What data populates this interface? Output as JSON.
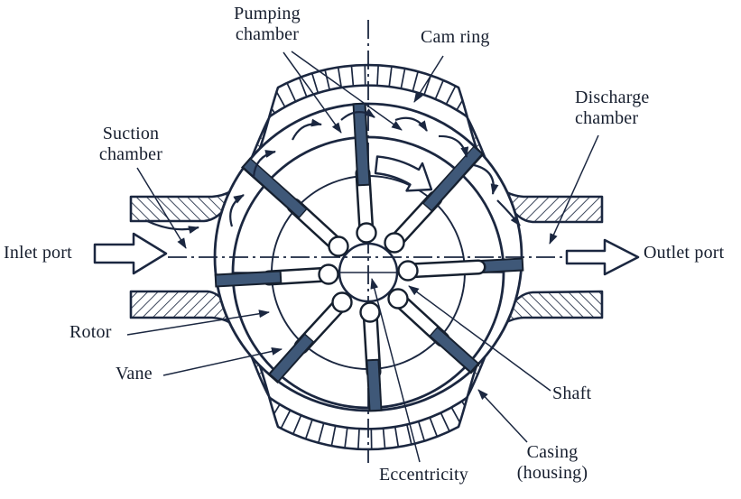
{
  "diagram": {
    "labels": {
      "pumping_chamber": "Pumping\nchamber",
      "cam_ring": "Cam ring",
      "discharge_chamber": "Discharge\nchamber",
      "suction_chamber": "Suction\nchamber",
      "inlet_port": "Inlet port",
      "outlet_port": "Outlet port",
      "rotor": "Rotor",
      "vane": "Vane",
      "shaft": "Shaft",
      "eccentricity": "Eccentricity",
      "casing": "Casing\n(housing)"
    },
    "icons": {
      "inlet_arrow": "hollow-right-arrow",
      "outlet_arrow": "hollow-right-arrow",
      "rotation_arrow": "curved-clockwise-arrow",
      "flow_arrows": "small-curved-flow-arrows",
      "centerlines": "dash-dot-axis-lines"
    },
    "colors": {
      "line": "#1b2740",
      "vane_fill": "#3f5878",
      "text": "#161e2e",
      "background": "#ffffff"
    }
  }
}
